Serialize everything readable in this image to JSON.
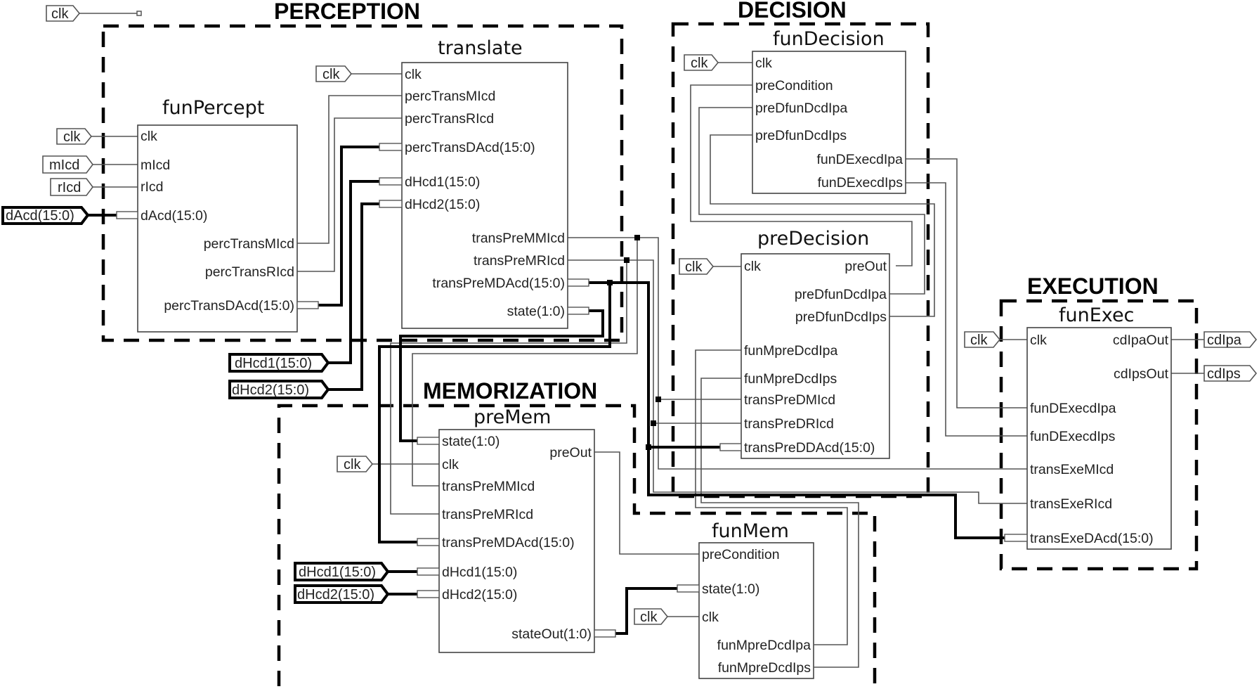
{
  "sections": {
    "perception": "PERCEPTION",
    "decision": "DECISION",
    "memorization": "MEMORIZATION",
    "execution": "EXECUTION"
  },
  "blocks": {
    "funPercept": {
      "title": "funPercept",
      "inputs": [
        "clk",
        "mIcd",
        "rIcd",
        "dAcd(15:0)"
      ],
      "outputs": [
        "percTransMIcd",
        "percTransRIcd",
        "percTransDAcd(15:0)"
      ]
    },
    "translate": {
      "title": "translate",
      "inputs": [
        "clk",
        "percTransMIcd",
        "percTransRIcd",
        "percTransDAcd(15:0)",
        "dHcd1(15:0)",
        "dHcd2(15:0)"
      ],
      "outputs": [
        "transPreMMIcd",
        "transPreMRIcd",
        "transPreMDAcd(15:0)",
        "state(1:0)"
      ]
    },
    "funDecision": {
      "title": "funDecision",
      "inputs": [
        "clk",
        "preCondition",
        "preDfunDcdIpa",
        "preDfunDcdIps"
      ],
      "outputs": [
        "funDExecdIpa",
        "funDExecdIps"
      ]
    },
    "preDecision": {
      "title": "preDecision",
      "inputs": [
        "clk",
        "funMpreDcdIpa",
        "funMpreDcdIps",
        "transPreDMIcd",
        "transPreDRIcd",
        "transPreDDAcd(15:0)"
      ],
      "outputs": [
        "preOut",
        "preDfunDcdIpa",
        "preDfunDcdIps"
      ]
    },
    "preMem": {
      "title": "preMem",
      "inputs": [
        "state(1:0)",
        "clk",
        "transPreMMIcd",
        "transPreMRIcd",
        "transPreMDAcd(15:0)",
        "dHcd1(15:0)",
        "dHcd2(15:0)"
      ],
      "outputs": [
        "preOut",
        "stateOut(1:0)"
      ]
    },
    "funMem": {
      "title": "funMem",
      "inputs": [
        "preCondition",
        "state(1:0)",
        "clk"
      ],
      "outputs": [
        "funMpreDcdIpa",
        "funMpreDcdIps"
      ]
    },
    "funExec": {
      "title": "funExec",
      "inputs": [
        "clk",
        "funDExecdIpa",
        "funDExecdIps",
        "transExeMIcd",
        "transExeRIcd",
        "transExeDAcd(15:0)"
      ],
      "outputs": [
        "cdIpaOut",
        "cdIpsOut"
      ]
    }
  },
  "io_pins": {
    "clk_global": "clk",
    "clk": "clk",
    "mIcd": "mIcd",
    "rIcd": "rIcd",
    "dAcd": "dAcd(15:0)",
    "dHcd1": "dHcd1(15:0)",
    "dHcd2": "dHcd2(15:0)",
    "cdIpa": "cdIpa",
    "cdIps": "cdIps"
  }
}
